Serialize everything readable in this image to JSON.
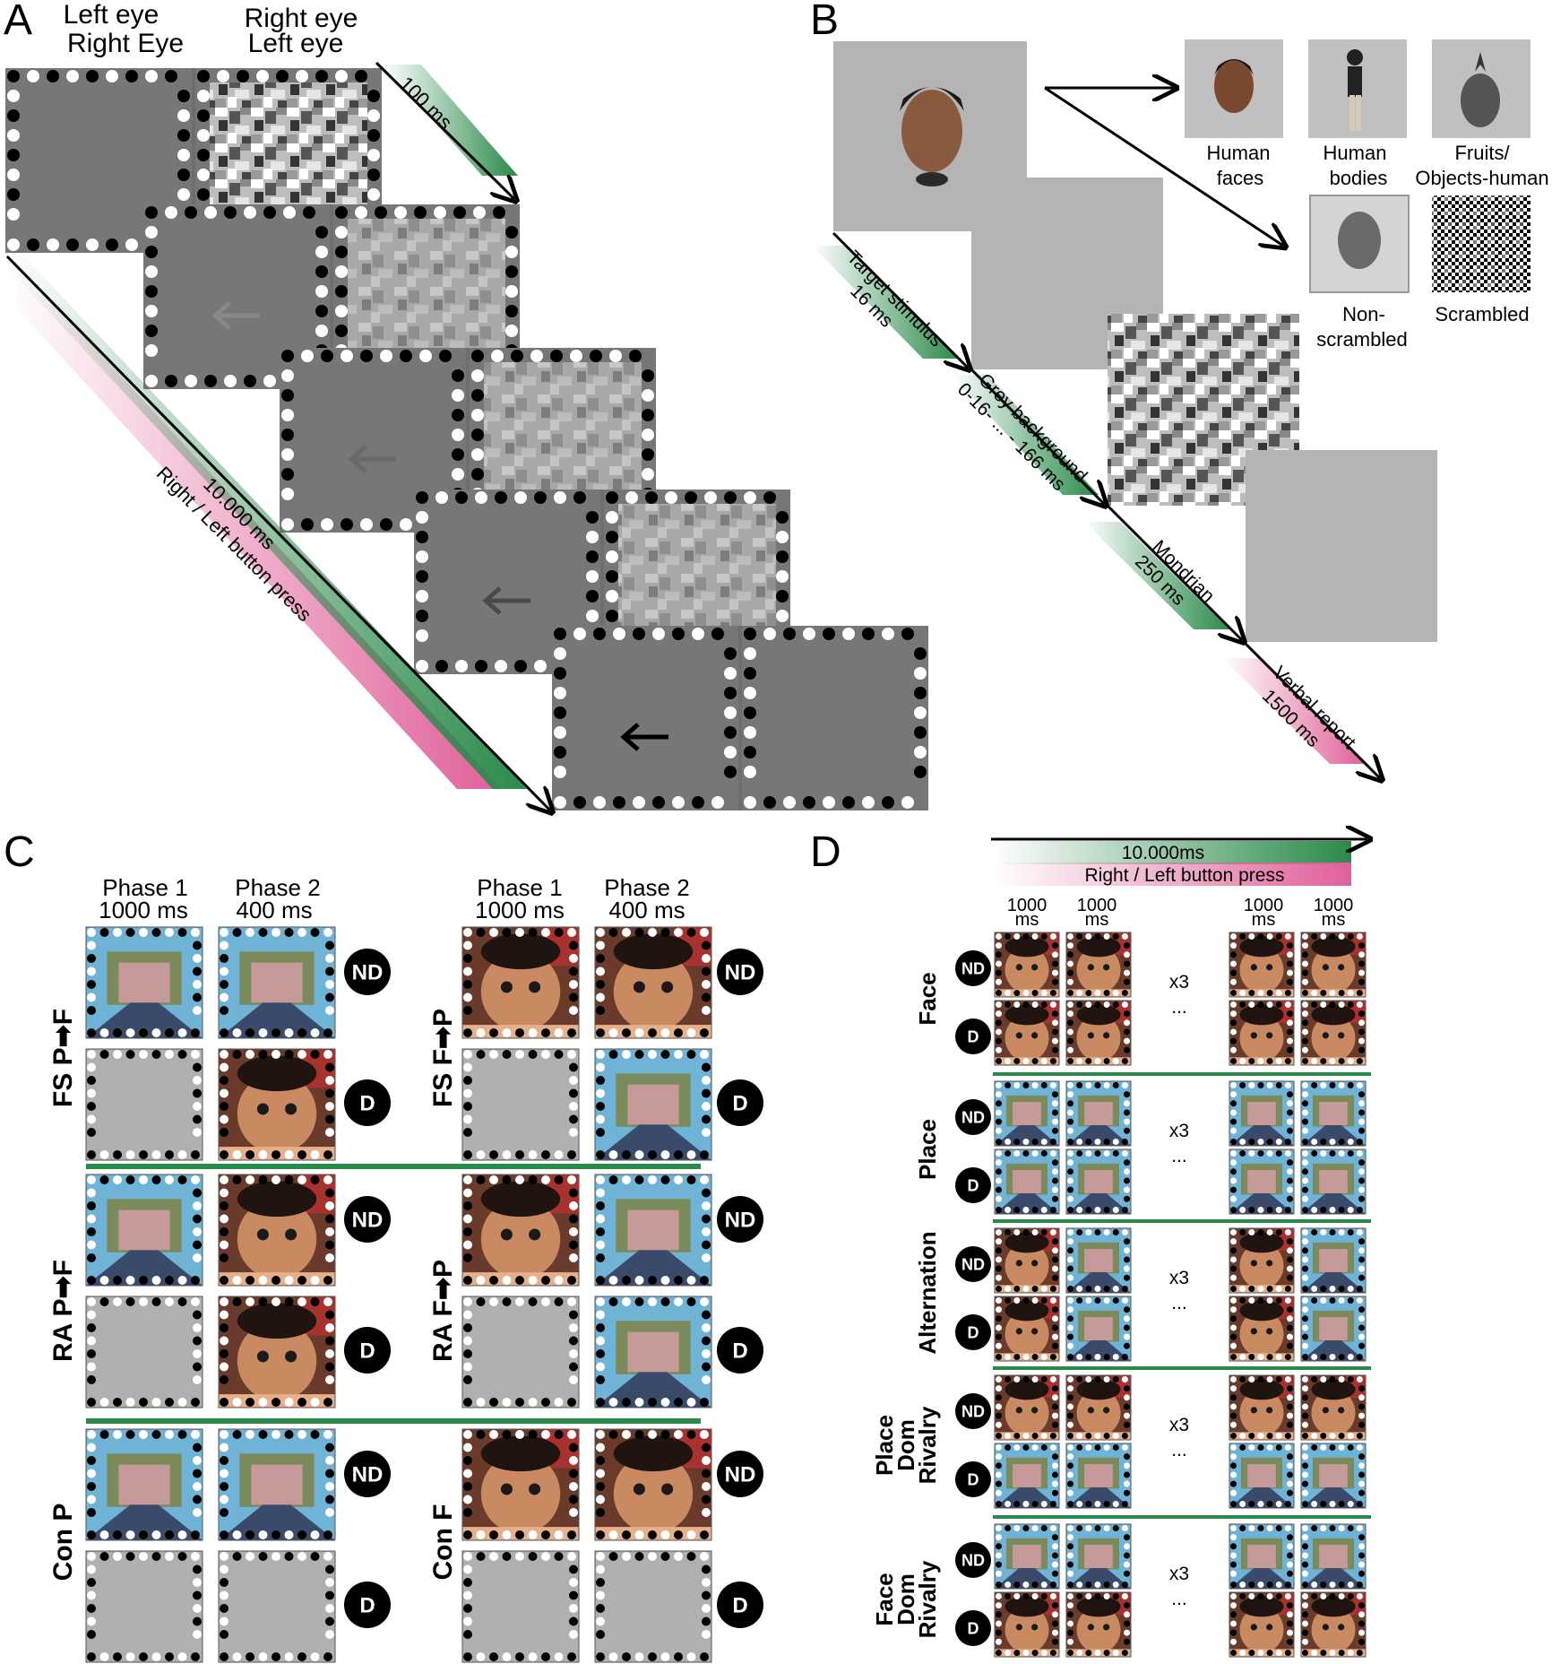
{
  "panel_A": {
    "letter": "A",
    "col1_line1": "Left eye",
    "col1_line2": "Right Eye",
    "col2_line1": "Right eye",
    "col2_line2": "Left eye",
    "timing_short": "100 ms",
    "timing_long": "10.000 ms",
    "response": "Right / Left button press"
  },
  "panel_B": {
    "letter": "B",
    "target_line1": "Target stimulus",
    "target_line2": "16 ms",
    "grey_line1": "Grey background",
    "grey_line2": "0-16- ... - 166 ms",
    "mondrian_line1": "Mondrian",
    "mondrian_line2": "250 ms",
    "verbal_line1": "Verbal report",
    "verbal_line2": "1500 ms",
    "categories": [
      {
        "line1": "Human",
        "line2": "faces"
      },
      {
        "line1": "Human",
        "line2": "bodies"
      },
      {
        "line1": "Fruits/",
        "line2": "Objects-human"
      },
      {
        "line1": "Non-",
        "line2": "scrambled"
      },
      {
        "line1": "Scrambled",
        "line2": ""
      }
    ]
  },
  "panel_C": {
    "letter": "C",
    "phase1": "Phase 1",
    "phase1_time": "1000 ms",
    "phase2": "Phase 2",
    "phase2_time": "400 ms",
    "badge_nd": "ND",
    "badge_d": "D",
    "left_rows": [
      "FS P➡F",
      "RA P➡F",
      "Con P"
    ],
    "right_rows": [
      "FS F➡P",
      "RA F➡P",
      "Con F"
    ]
  },
  "panel_D": {
    "letter": "D",
    "duration": "10.000ms",
    "response": "Right / Left button press",
    "col_time": "1000",
    "col_unit": "ms",
    "repeat": "x3",
    "ellipsis": "...",
    "badge_nd": "ND",
    "badge_d": "D",
    "conditions": [
      {
        "line1": "Face",
        "line2": "",
        "line3": ""
      },
      {
        "line1": "Place",
        "line2": "",
        "line3": ""
      },
      {
        "line1": "Alternation",
        "line2": "",
        "line3": ""
      },
      {
        "line1": "Place",
        "line2": "Dom",
        "line3": "Rivalry"
      },
      {
        "line1": "Face",
        "line2": "Dom",
        "line3": "Rivalry"
      }
    ]
  },
  "colors": {
    "green": "#2a8a4a",
    "pink": "#e0609a",
    "panel_grey": "#7a7a7a",
    "light_grey": "#b0b0b0"
  }
}
